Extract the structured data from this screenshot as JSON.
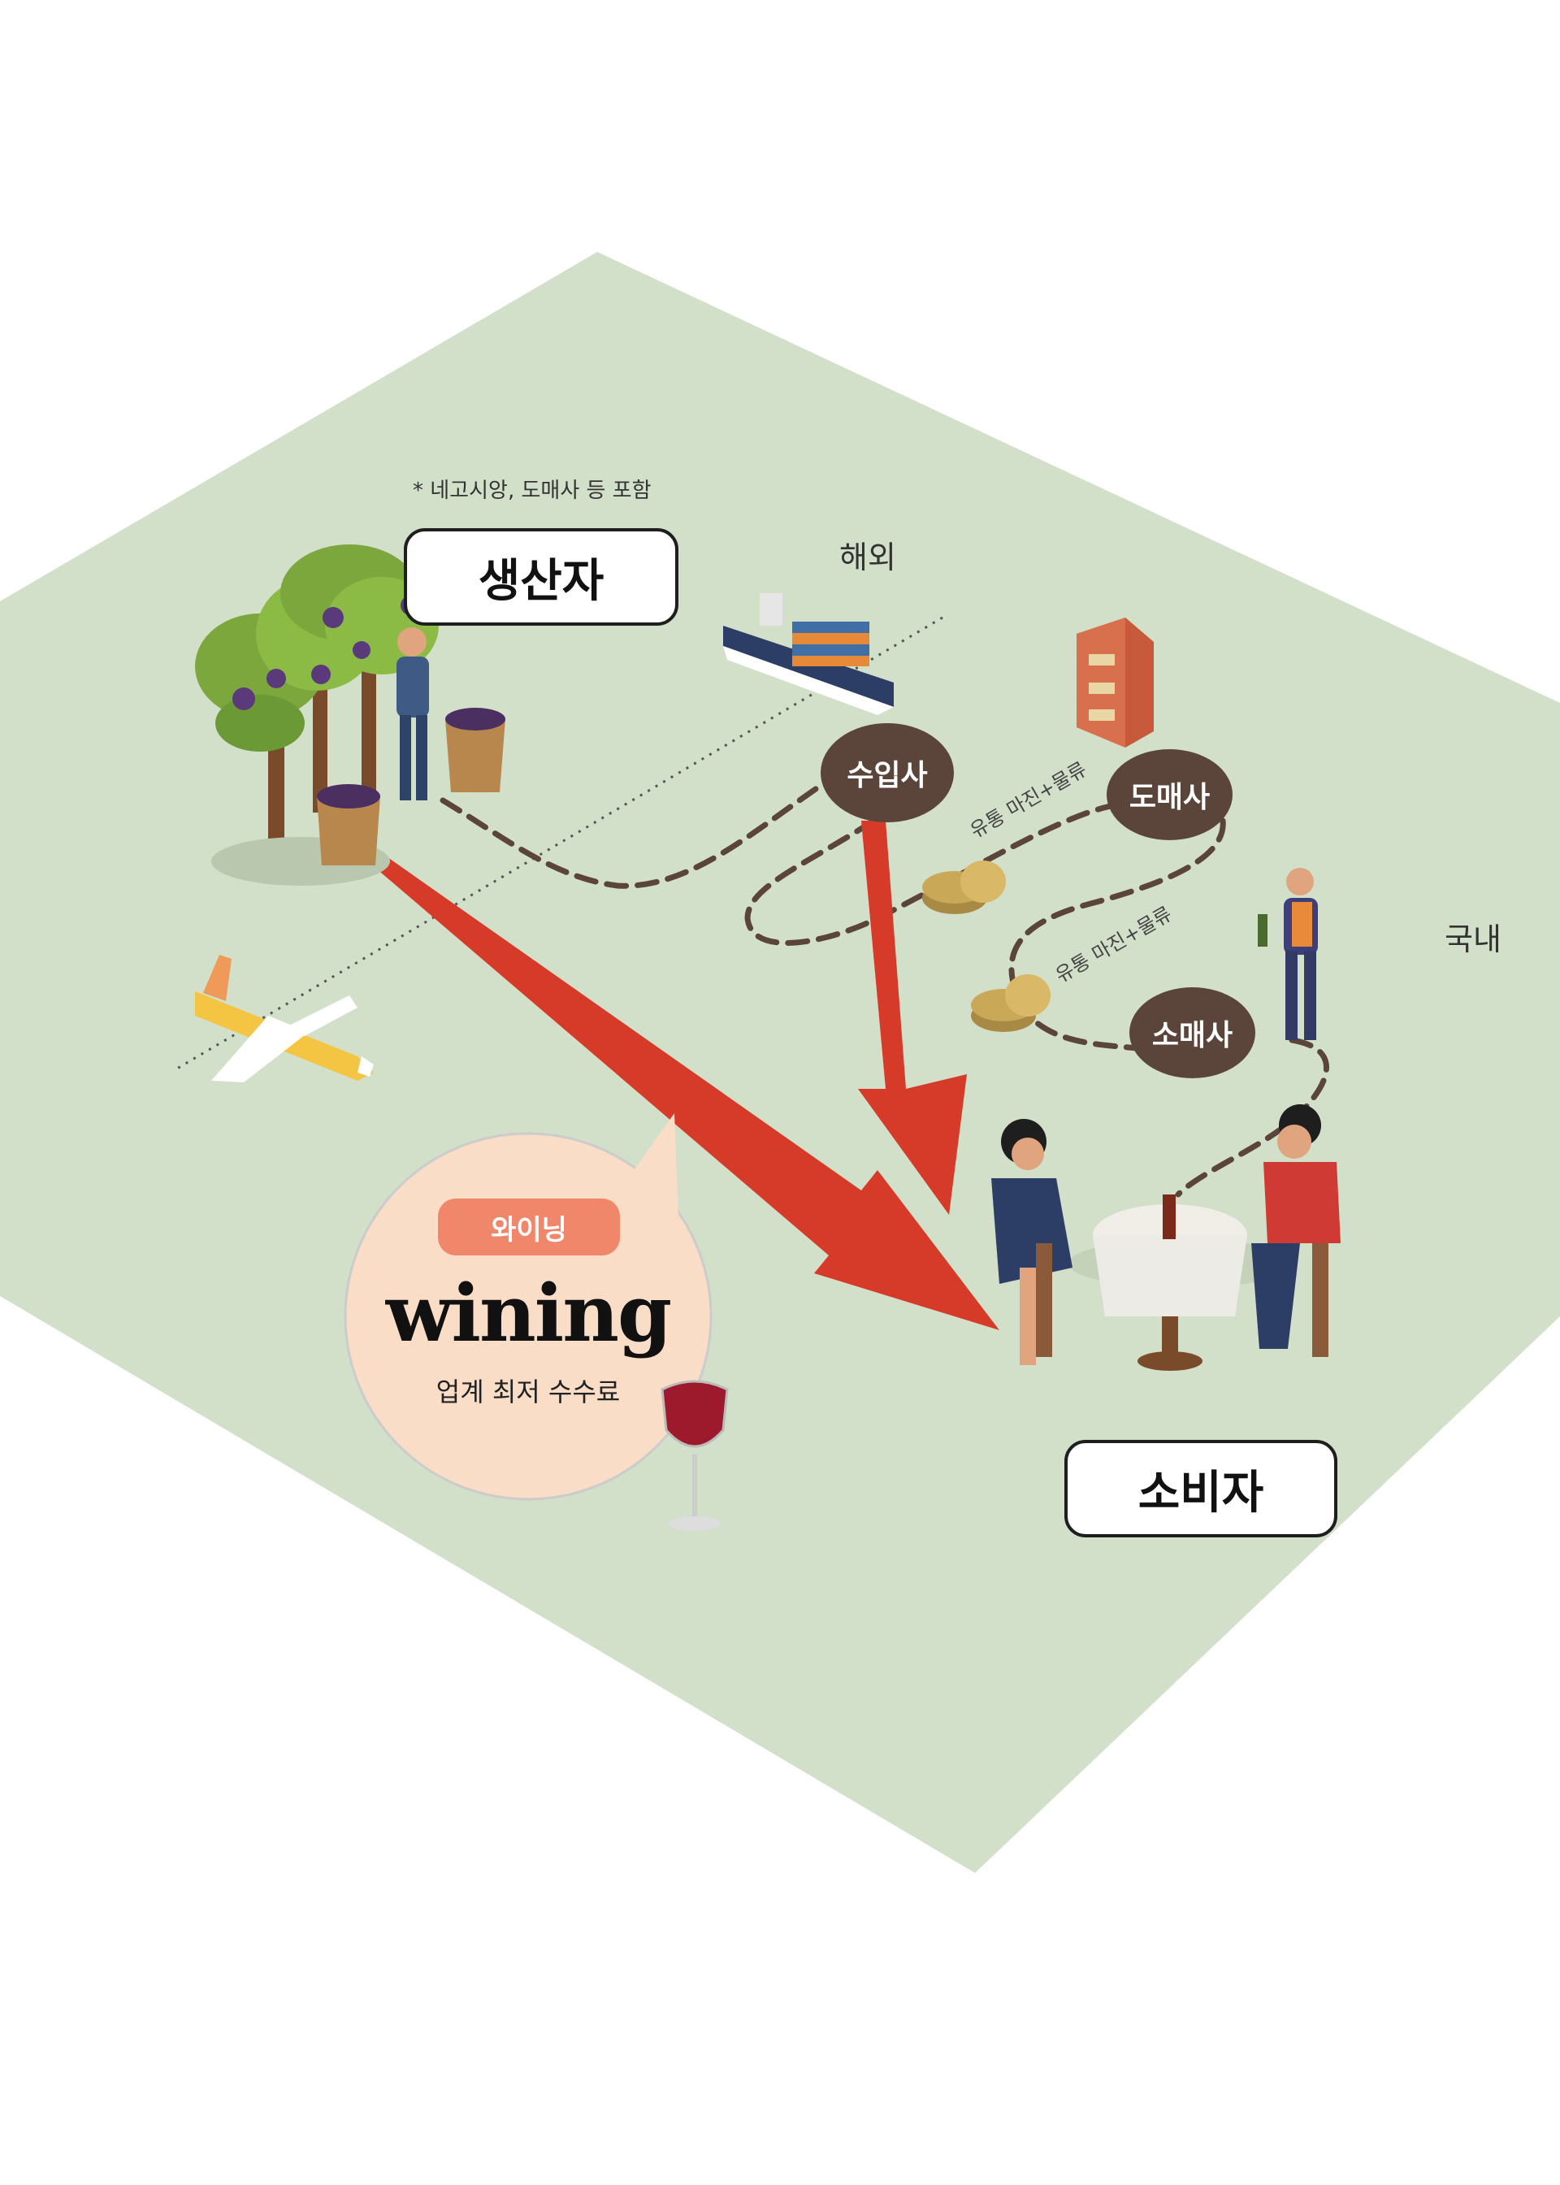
{
  "note": "* 네고시앙, 도매사 등 포함",
  "regions": {
    "overseas": "해외",
    "domestic": "국내"
  },
  "labels": {
    "producer": "생산자",
    "consumer": "소비자"
  },
  "nodes": {
    "importer": "수입사",
    "wholesaler": "도매사",
    "retailer": "소매사"
  },
  "margins": {
    "first": "유통 마진+물류",
    "second": "유통 마진+물류"
  },
  "promo": {
    "badge": "와이닝",
    "brand": "wining",
    "tagline": "업계 최저 수수료"
  },
  "colors": {
    "ground": "#d2dfc9",
    "node": "#5b453a",
    "arrow": "#d63b2a",
    "badge": "#f0876b",
    "bubble": "#f9ddc6"
  },
  "icons": [
    "grape-tree-icon",
    "farmer-icon",
    "grape-basket-icon",
    "cargo-ship-icon",
    "airplane-icon",
    "brick-wine-rack-icon",
    "coin-stack-icon",
    "waiter-icon",
    "dining-couple-icon",
    "wine-glass-icon"
  ]
}
